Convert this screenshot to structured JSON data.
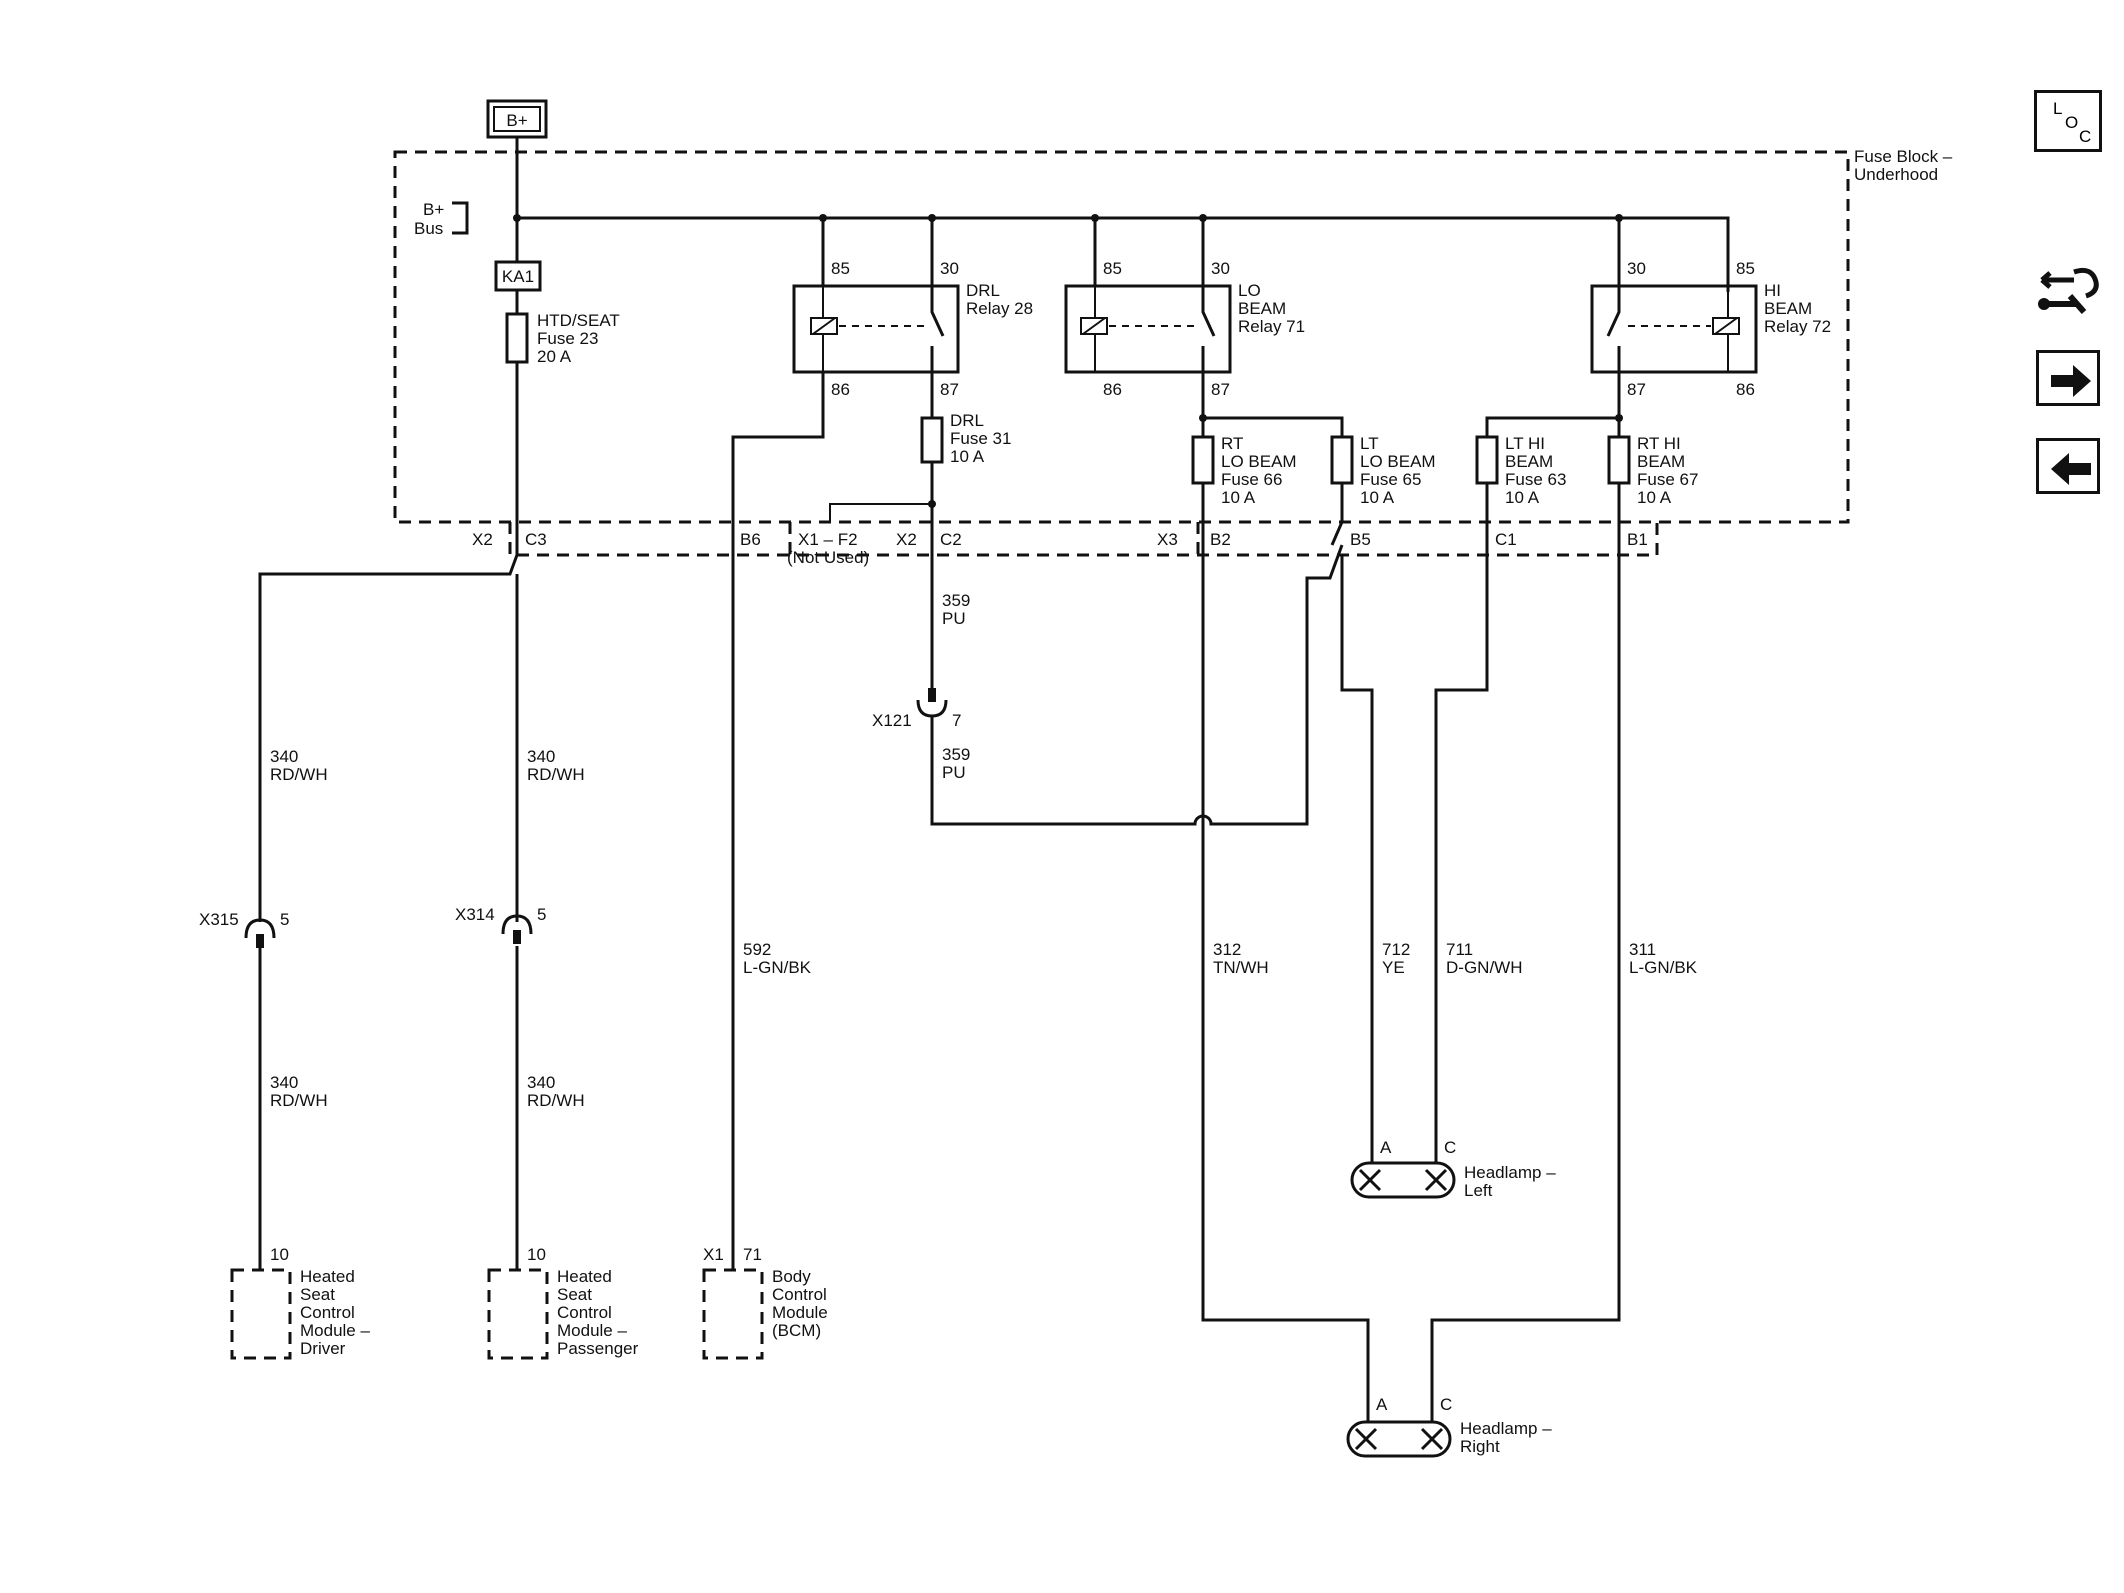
{
  "nav": {
    "loc_l": "L",
    "loc_o": "O",
    "loc_c": "C",
    "tools_icon": "connector-tools-icon",
    "next_icon": "arrow-right-icon",
    "prev_icon": "arrow-left-icon"
  },
  "labels": {
    "bplus": "B+",
    "fuse_block_1": "Fuse Block –",
    "fuse_block_2": "Underhood",
    "bus_1": "B+",
    "bus_2": "Bus",
    "ka1": "KA1",
    "htd_1": "HTD/SEAT",
    "htd_2": "Fuse 23",
    "htd_3": "20 A",
    "drl_relay_1": "DRL",
    "drl_relay_2": "Relay 28",
    "lo_relay_1": "LO",
    "lo_relay_2": "BEAM",
    "lo_relay_3": "Relay 71",
    "hi_relay_1": "HI",
    "hi_relay_2": "BEAM",
    "hi_relay_3": "Relay 72",
    "drl_fuse_1": "DRL",
    "drl_fuse_2": "Fuse 31",
    "drl_fuse_3": "10 A",
    "rt_lo_1": "RT",
    "rt_lo_2": "LO BEAM",
    "rt_lo_3": "Fuse 66",
    "rt_lo_4": "10 A",
    "lt_lo_1": "LT",
    "lt_lo_2": "LO BEAM",
    "lt_lo_3": "Fuse 65",
    "lt_lo_4": "10 A",
    "lt_hi_1": "LT HI",
    "lt_hi_2": "BEAM",
    "lt_hi_3": "Fuse 63",
    "lt_hi_4": "10 A",
    "rt_hi_1": "RT HI",
    "rt_hi_2": "BEAM",
    "rt_hi_3": "Fuse 67",
    "rt_hi_4": "10 A",
    "p85": "85",
    "p30": "30",
    "p86": "86",
    "p87": "87",
    "x2": "X2",
    "c3": "C3",
    "b6": "B6",
    "x1f2_1": "X1 – F2",
    "x1f2_2": "(Not Used)",
    "c2": "C2",
    "x3": "X3",
    "b2": "B2",
    "b5": "B5",
    "c1": "C1",
    "b1": "B1",
    "w359": "359",
    "pu": "PU",
    "x121": "X121",
    "pin7": "7",
    "w340": "340",
    "rdwh": "RD/WH",
    "x315": "X315",
    "x314": "X314",
    "pin5": "5",
    "w592": "592",
    "lgnbk": "L-GN/BK",
    "w312": "312",
    "tnwh": "TN/WH",
    "w712": "712",
    "ye": "YE",
    "w711": "711",
    "dgnwh": "D-GN/WH",
    "w311": "311",
    "lgnbk2": "L-GN/BK",
    "pin10": "10",
    "pin71": "71",
    "x1": "X1",
    "hsd_1": "Heated",
    "hsd_2": "Seat",
    "hsd_3": "Control",
    "hsd_4": "Module –",
    "hsd_5": "Driver",
    "hsp_5": "Passenger",
    "bcm_1": "Body",
    "bcm_2": "Control",
    "bcm_3": "Module",
    "bcm_4": "(BCM)",
    "pin_a": "A",
    "pin_c": "C",
    "hl_left_1": "Headlamp –",
    "hl_left_2": "Left",
    "hl_right_1": "Headlamp –",
    "hl_right_2": "Right"
  }
}
